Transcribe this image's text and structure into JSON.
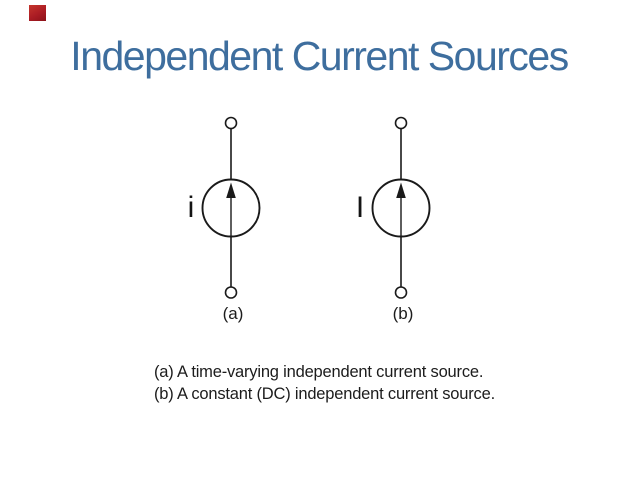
{
  "slide": {
    "title": "Independent Current Sources",
    "title_color": "#3e6e9e",
    "background_color": "#ffffff",
    "marker_color": "#ab1c24"
  },
  "diagram": {
    "stroke_color": "#1a1a1a",
    "sources": [
      {
        "label": "i",
        "sublabel": "(a)"
      },
      {
        "label": "I",
        "sublabel": "(b)"
      }
    ]
  },
  "caption": {
    "line1": "(a) A time-varying independent current source.",
    "line2": "(b) A constant (DC) independent current source."
  }
}
